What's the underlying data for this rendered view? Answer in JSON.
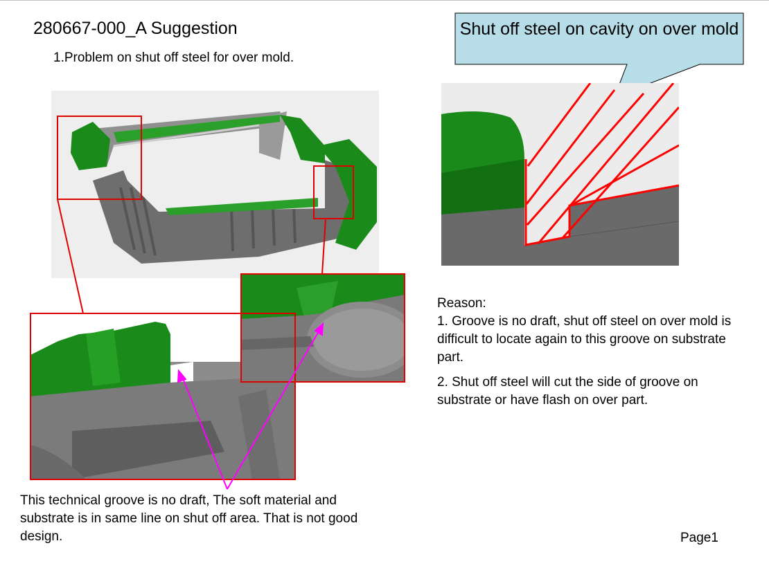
{
  "slide": {
    "title": "280667-000_A Suggestion",
    "subtitle": "1.Problem on shut off steel for over mold.",
    "callout": "Shut off steel on cavity on over mold",
    "reason": {
      "heading": "Reason:",
      "point1": "1. Groove is no draft, shut off steel on over mold is difficult to locate again to this groove on substrate part.",
      "point2": "2. Shut off steel will cut the side of groove on substrate or have flash on over part."
    },
    "caption": "This technical groove is no draft, The soft material and substrate is in same line on shut off area. That is not good design.",
    "page": "Page1"
  },
  "colors": {
    "highlight_box": "#e00000",
    "arrow": "#ff00ff",
    "callout_fill": "#b7dde8",
    "overmold_green": "#1a8a1a",
    "substrate_gray": "#707070",
    "hatch": "#ff0000"
  }
}
